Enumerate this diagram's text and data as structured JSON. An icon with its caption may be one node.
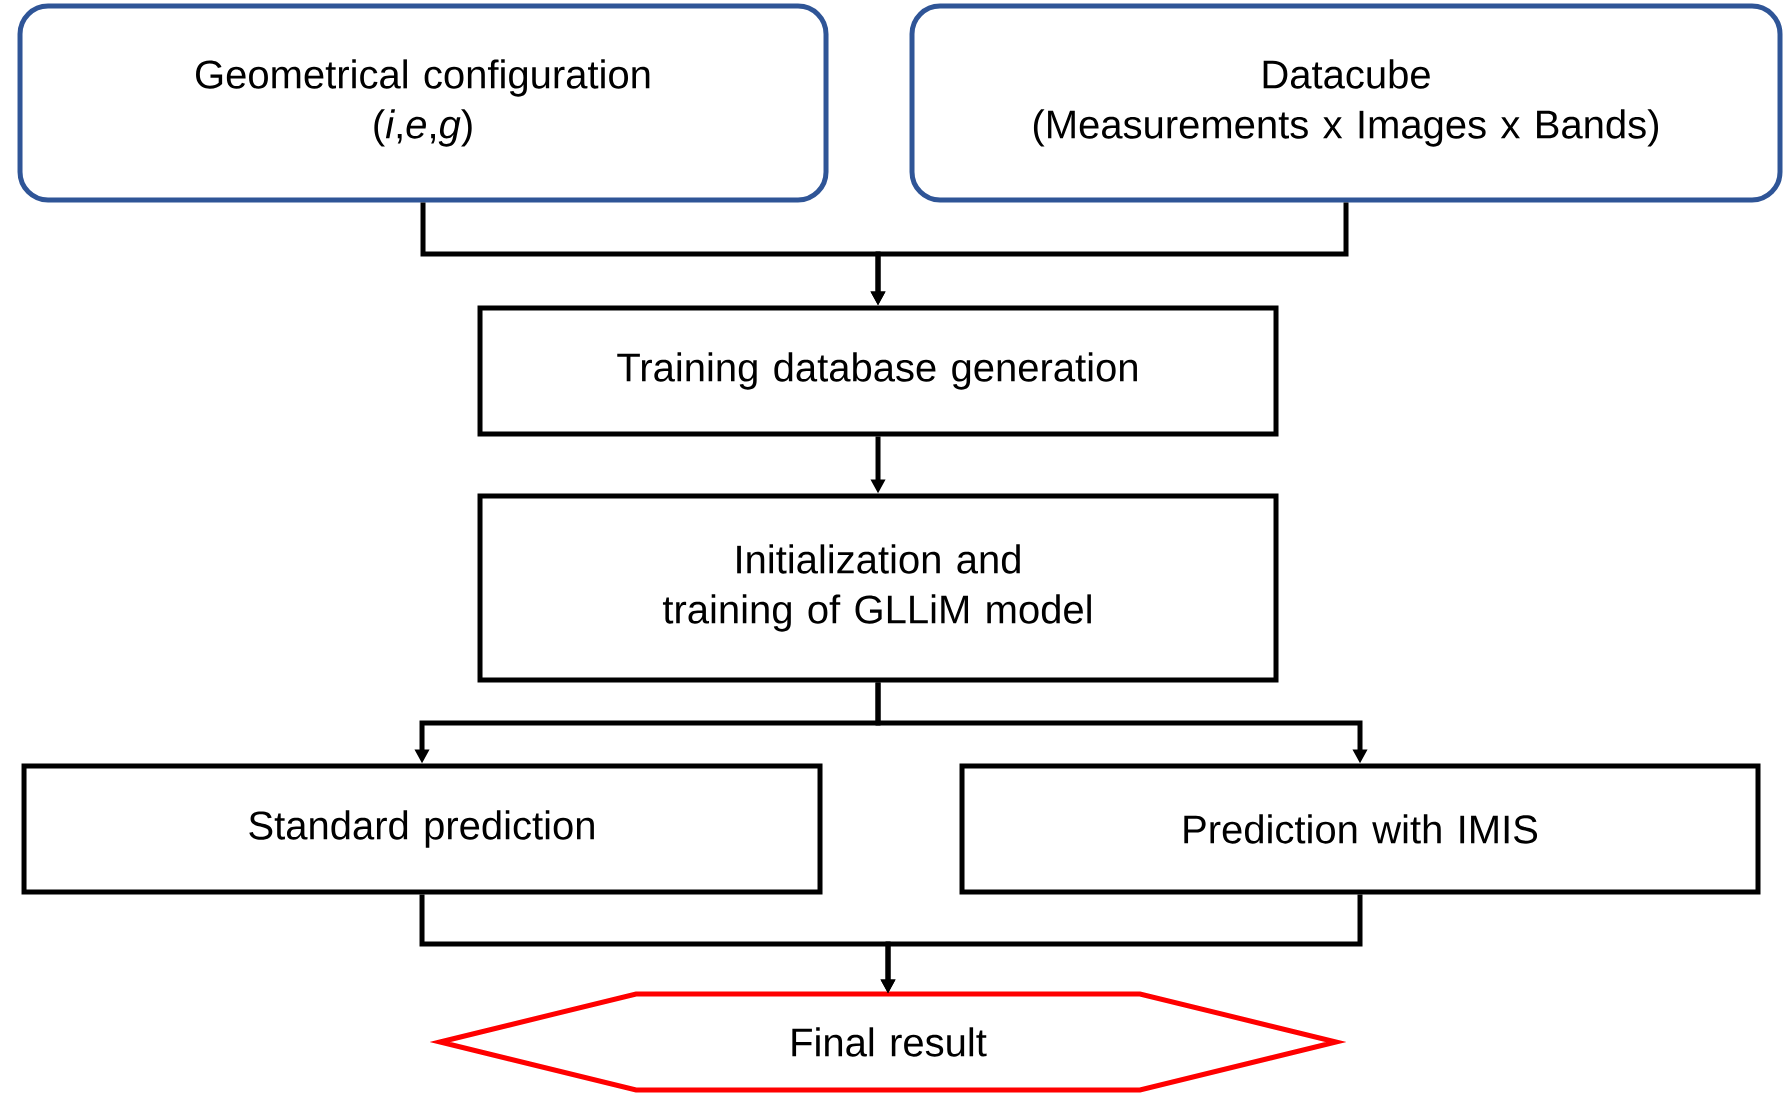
{
  "diagram": {
    "nodes": [
      {
        "text": [
          "Geometrical configuration",
          "(*i*,*e*,*g*)"
        ]
      },
      {
        "text": [
          "Datacube",
          "(Measurements x Images x Bands)"
        ]
      },
      {
        "text": [
          "Training database generation"
        ]
      },
      {
        "text": [
          "Initialization and training of GLLiM model"
        ]
      },
      {
        "text": [
          "Standard prediction"
        ]
      },
      {
        "text": [
          "Prediction with IMIS"
        ]
      },
      {
        "text": [
          "Final result"
        ]
      }
    ],
    "edges": [
      {
        "from": 0,
        "to": 2,
        "arrow": "to"
      },
      {
        "from": 1,
        "to": 2,
        "arrow": "to"
      },
      {
        "from": 2,
        "to": 3,
        "arrow": "to"
      },
      {
        "from": 3,
        "to": 4,
        "arrow": "to"
      },
      {
        "from": 3,
        "to": 5,
        "arrow": "to"
      },
      {
        "from": 4,
        "to": 6,
        "arrow": "to"
      },
      {
        "from": 5,
        "to": 6,
        "arrow": "to"
      }
    ]
  }
}
